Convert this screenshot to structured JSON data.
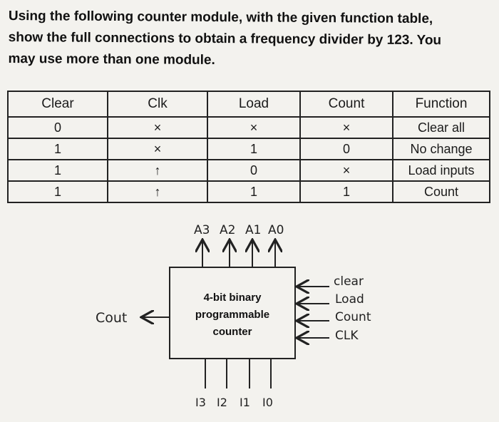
{
  "question": {
    "line1": "Using the following counter module, with the given function table,",
    "line2": "show the full connections to obtain a frequency divider by 123. You",
    "line3": "may use more than one module."
  },
  "function_table": {
    "headers": [
      "Clear",
      "Clk",
      "Load",
      "Count",
      "Function"
    ],
    "rows": [
      [
        "0",
        "×",
        "×",
        "×",
        "Clear all"
      ],
      [
        "1",
        "×",
        "1",
        "0",
        "No change"
      ],
      [
        "1",
        "↑",
        "0",
        "×",
        "Load inputs"
      ],
      [
        "1",
        "↑",
        "1",
        "1",
        "Count"
      ]
    ]
  },
  "module": {
    "title_line1": "4-bit binary",
    "title_line2": "programmable",
    "title_line3": "counter",
    "outputs": [
      "A3",
      "A2",
      "A1",
      "A0"
    ],
    "inputs": [
      "I3",
      "I2",
      "I1",
      "I0"
    ],
    "controls": [
      "clear",
      "Load",
      "Count",
      "CLK"
    ],
    "carry_out": "Cout"
  }
}
